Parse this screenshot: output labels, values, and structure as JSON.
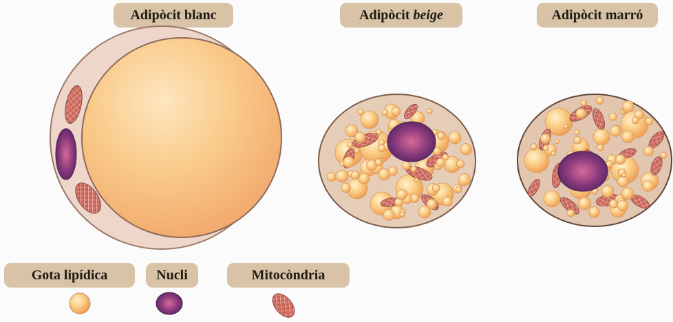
{
  "cells": {
    "white": {
      "label": "Adipòcit blanc"
    },
    "beige": {
      "label_prefix": "Adipòcit ",
      "label_italic": "beige"
    },
    "brown": {
      "label": "Adipòcit marró"
    }
  },
  "legend": {
    "lipid": {
      "label": "Gota lipídica",
      "icon": "lipid-droplet-icon"
    },
    "nucleus": {
      "label": "Nucli",
      "icon": "nucleus-icon"
    },
    "mitochondria": {
      "label": "Mitocòndria",
      "icon": "mitochondrion-icon"
    }
  },
  "colors": {
    "tag_bg": "#d9c3a6",
    "cytoplasm": "#ecd5c9",
    "cell_border": "#8a6a5a",
    "lipid_light": "#fde6b4",
    "lipid_dark": "#f0a25a",
    "nucleus_light": "#c0508a",
    "nucleus_dark": "#4a1f5a",
    "mito": "#c8645a"
  }
}
